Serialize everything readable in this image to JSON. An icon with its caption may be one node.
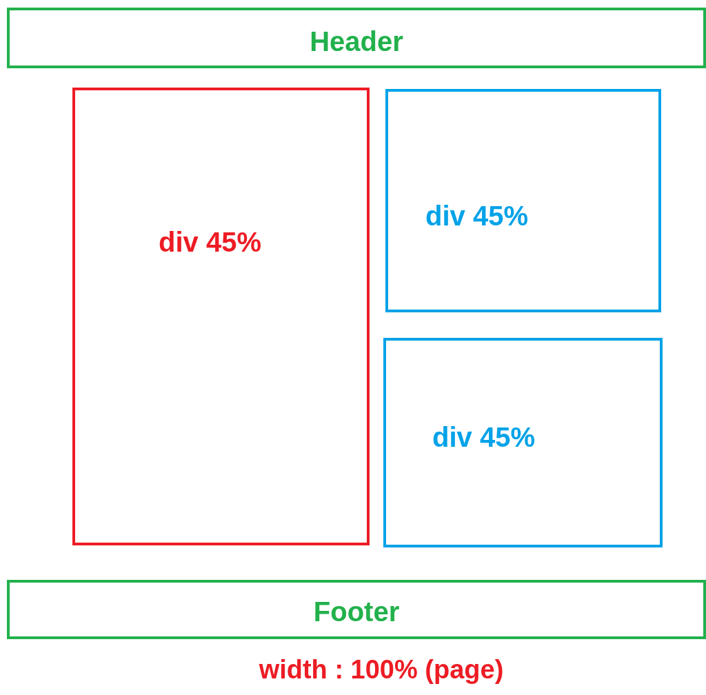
{
  "diagram": {
    "nodes": [
      {
        "text": [
          "Header"
        ]
      },
      {
        "text": [
          "div 45%"
        ]
      },
      {
        "text": [
          "div 45%"
        ]
      },
      {
        "text": [
          "div 45%"
        ]
      },
      {
        "text": [
          "Footer"
        ]
      }
    ],
    "labels": [
      "width : 100% (page)"
    ]
  }
}
